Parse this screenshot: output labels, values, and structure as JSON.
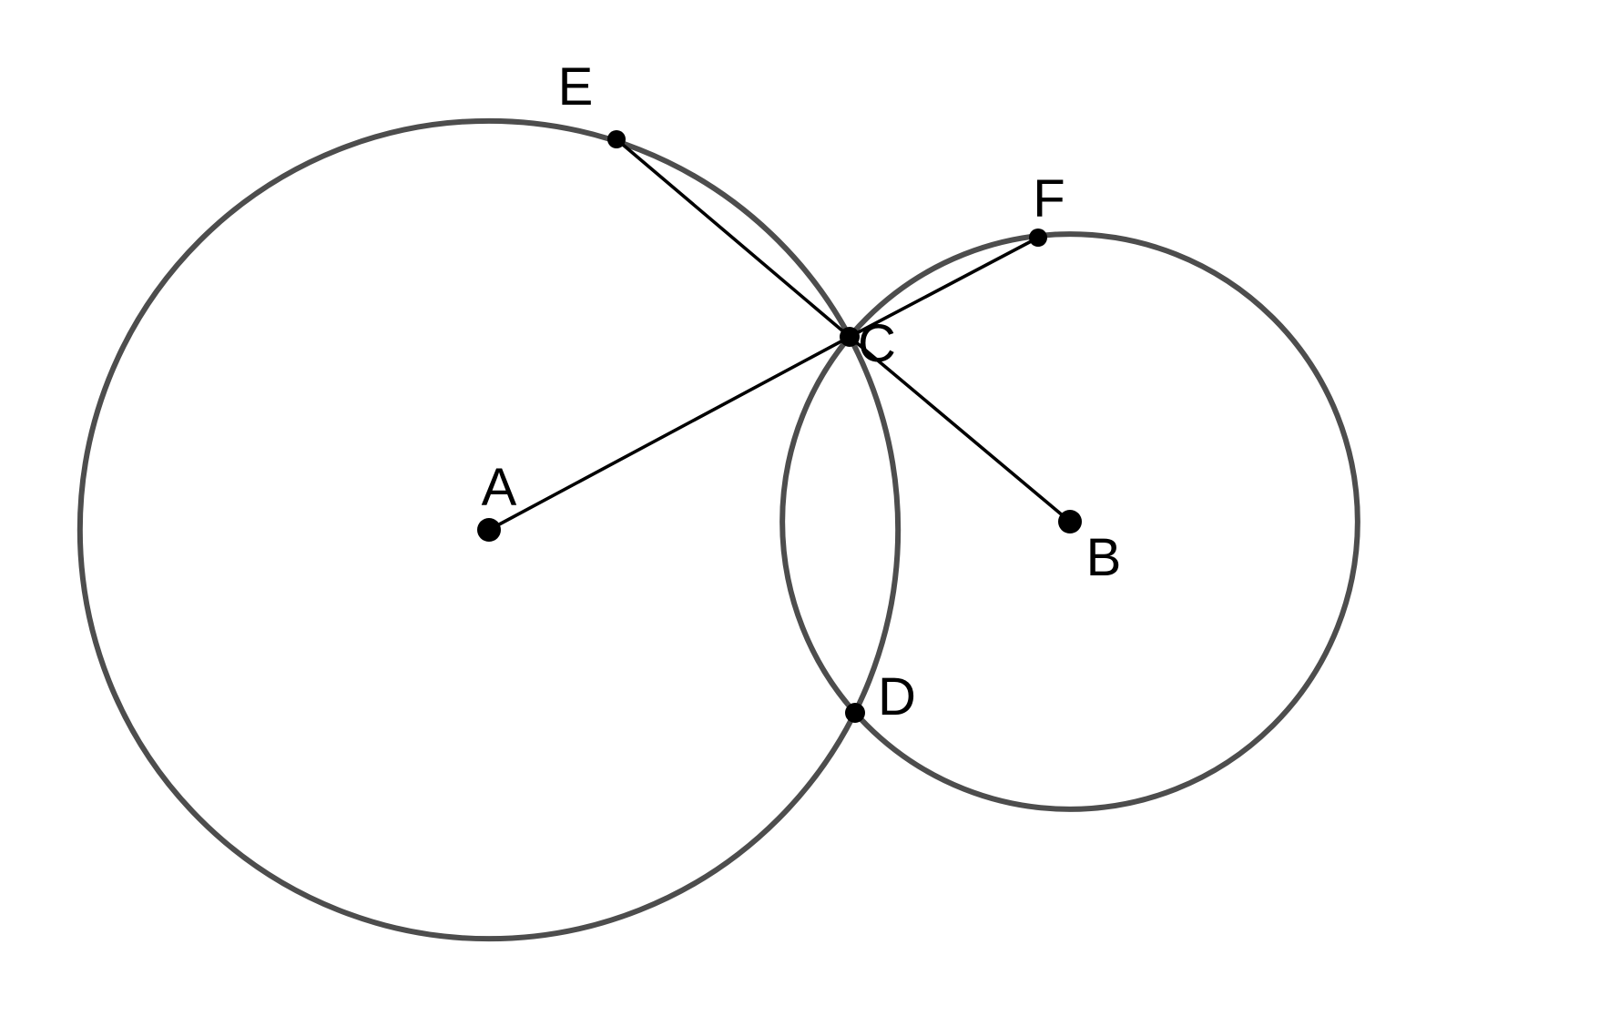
{
  "colors": {
    "background": "#ffffff",
    "circle_stroke": "#4d4d4d",
    "segment_stroke": "#000000",
    "point_fill": "#000000",
    "label_text": "#000000"
  },
  "points": [
    {
      "id": "A",
      "label": "A"
    },
    {
      "id": "B",
      "label": "B"
    },
    {
      "id": "C",
      "label": "C"
    },
    {
      "id": "D",
      "label": "D"
    },
    {
      "id": "E",
      "label": "E"
    },
    {
      "id": "F",
      "label": "F"
    }
  ],
  "circles": [
    {
      "id": "circle-a",
      "center": "A",
      "through": "C"
    },
    {
      "id": "circle-b",
      "center": "B",
      "through": "C"
    }
  ],
  "segments": [
    {
      "id": "segment-ac",
      "from": "A",
      "to": "C"
    },
    {
      "id": "segment-cf",
      "from": "C",
      "to": "F"
    },
    {
      "id": "segment-ec",
      "from": "E",
      "to": "C"
    },
    {
      "id": "segment-cb",
      "from": "C",
      "to": "B"
    }
  ]
}
